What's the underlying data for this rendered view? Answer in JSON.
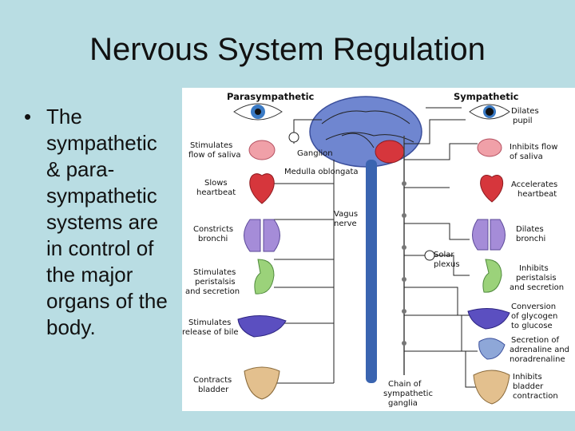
{
  "slide": {
    "title": "Nervous System Regulation",
    "bullet": "The sympathetic & para-sympathetic systems are in control of the major organs of the body."
  },
  "diagram": {
    "left_header": "Parasympathetic",
    "right_header": "Sympathetic",
    "center_labels": {
      "ganglion": "Ganglion",
      "medulla": "Medulla oblongata",
      "vagus_1": "Vagus",
      "vagus_2": "nerve",
      "solar_1": "Solar",
      "solar_2": "plexus",
      "chain_1": "Chain of",
      "chain_2": "sympathetic",
      "chain_3": "ganglia"
    },
    "left": [
      [
        "Stimulates",
        "flow of saliva"
      ],
      [
        "Slows",
        "heartbeat"
      ],
      [
        "Constricts",
        "bronchi"
      ],
      [
        "Stimulates",
        "peristalsis",
        "and secretion"
      ],
      [
        "Stimulates",
        "release of bile"
      ],
      [
        "Contracts",
        "bladder"
      ]
    ],
    "right": [
      [
        "Dilates",
        "pupil"
      ],
      [
        "Inhibits flow",
        "of saliva"
      ],
      [
        "Accelerates",
        "heartbeat"
      ],
      [
        "Dilates",
        "bronchi"
      ],
      [
        "Inhibits",
        "peristalsis",
        "and secretion"
      ],
      [
        "Conversion",
        "of glycogen",
        "to glucose"
      ],
      [
        "Secretion of",
        "adrenaline and",
        "noradrenaline"
      ],
      [
        "Inhibits",
        "bladder",
        "contraction"
      ]
    ]
  },
  "colors": {
    "background": "#b9dde3",
    "brain": "#6f86d0",
    "spine": "#3a64b0",
    "heart": "#d6363c",
    "lungs": "#a58cd8",
    "stomach": "#9bd27a",
    "liver": "#5b4fc0",
    "bladder": "#e3c08e"
  }
}
